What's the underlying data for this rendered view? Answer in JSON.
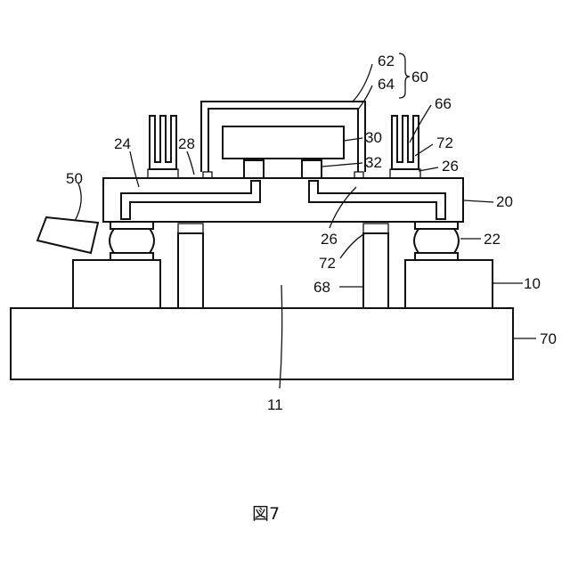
{
  "figure": {
    "caption": "図7",
    "labels": {
      "l62": "62",
      "l64": "64",
      "l60": "60",
      "l66": "66",
      "l24": "24",
      "l28": "28",
      "l30": "30",
      "l72a": "72",
      "l32": "32",
      "l26a": "26",
      "l50": "50",
      "l20": "20",
      "l26b": "26",
      "l22": "22",
      "l72b": "72",
      "l10": "10",
      "l68": "68",
      "l70": "70",
      "l11": "11"
    }
  }
}
